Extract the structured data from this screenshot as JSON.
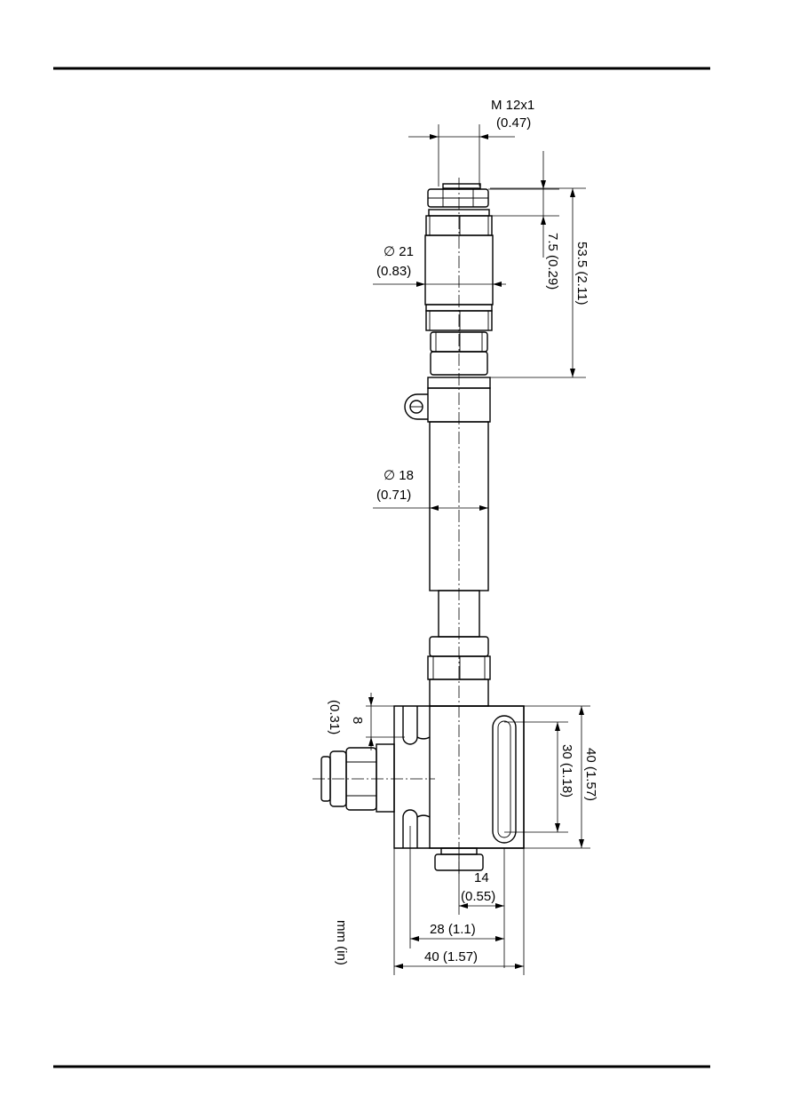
{
  "units": "mm (in)",
  "dimensions": {
    "thread": {
      "mm": "M 12x1",
      "in": "(0.47)"
    },
    "nut_height": "7.5 (0.29)",
    "connector_length": "53.5 (2.11)",
    "connector_diameter": {
      "mm": "∅ 21",
      "in": "(0.83)"
    },
    "tube_diameter": {
      "mm": "∅ 18",
      "in": "(0.71)"
    },
    "slot_offset": {
      "mm": "8",
      "in": "(0.31)"
    },
    "block_height": "40 (1.57)",
    "slot_length": "30 (1.18)",
    "bottom_nut": {
      "mm": "14",
      "in": "(0.55)"
    },
    "hole_spacing": "28 (1.1)",
    "block_width": "40 (1.57)"
  }
}
